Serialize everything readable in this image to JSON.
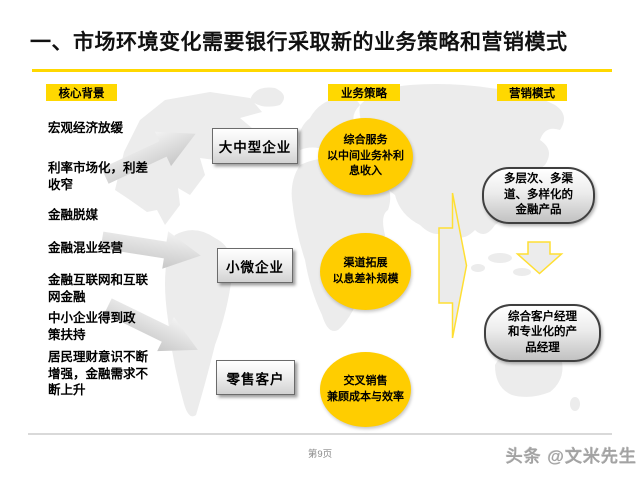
{
  "slide": {
    "title": "一、市场环境变化需要银行采取新的业务策略和营销模式",
    "page_label": "第9页",
    "watermark": "头条 @文米先生",
    "colors": {
      "accent_yellow": "#FFD800",
      "ellipse_yellow": "#FFCD00",
      "map_gray": "#ECECEC"
    }
  },
  "columns": {
    "background": {
      "header": "核心背景",
      "items": [
        "宏观经济放缓",
        "利率市场化，利差\n收窄",
        "金融脱媒",
        "金融混业经营",
        "金融互联网和互联\n网金融",
        "中小企业得到政\n策扶持",
        "居民理财意识不断\n增强，金融需求不\n断上升"
      ]
    },
    "strategy": {
      "header": "业务策略",
      "segments": [
        {
          "client": "大中型企业",
          "strategy": "综合服务\n以中间业务补利\n息收入"
        },
        {
          "client": "小微企业",
          "strategy": "渠道拓展\n以息差补规模"
        },
        {
          "client": "零售客户",
          "strategy": "交叉销售\n兼顾成本与效率"
        }
      ]
    },
    "marketing": {
      "header": "营销模式",
      "pills": [
        "多层次、多渠\n道、多样化的\n金融产品",
        "综合客户经理\n和专业化的产\n品经理"
      ]
    }
  }
}
